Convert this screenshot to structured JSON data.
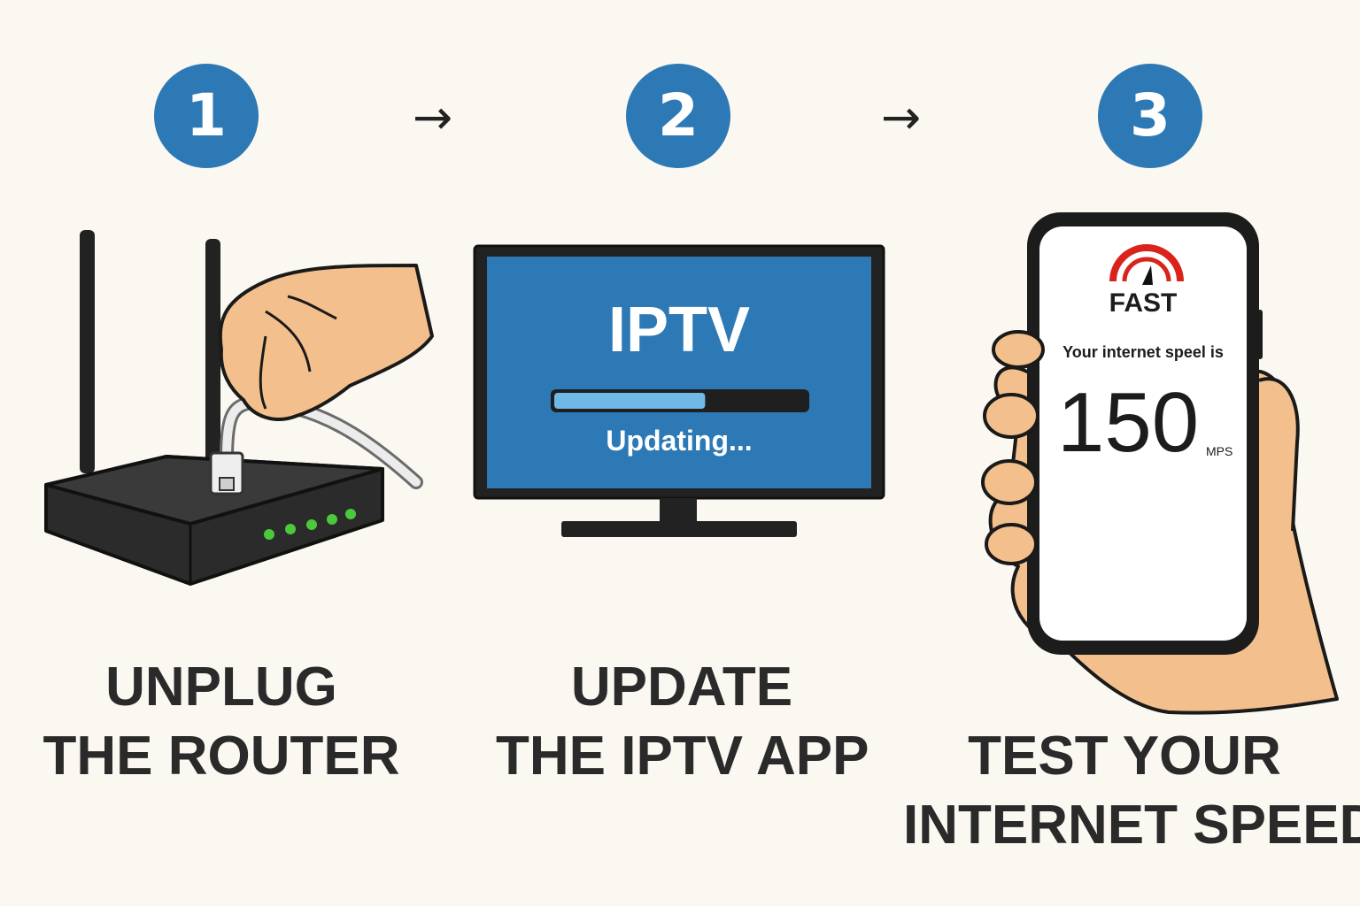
{
  "steps": [
    {
      "number": "1",
      "line1": "UNPLUG",
      "line2": "THE ROUTER"
    },
    {
      "number": "2",
      "line1": "UPDATE",
      "line2": "THE IPTV APP"
    },
    {
      "number": "3",
      "line1": "TEST YOUR",
      "line2": "INTERNET SPEED"
    }
  ],
  "arrow_glyph": "→",
  "tv": {
    "brand": "IPTV",
    "status": "Updating...",
    "progress": 0.6
  },
  "phone": {
    "app_name": "FAST",
    "speed_label": "Your internet speel is",
    "speed_value": "150",
    "speed_unit": "MPS"
  },
  "colors": {
    "background": "#fbf8f1",
    "accent_blue": "#2d79b6",
    "fast_red": "#d9241c",
    "led_green": "#4cc83c"
  }
}
